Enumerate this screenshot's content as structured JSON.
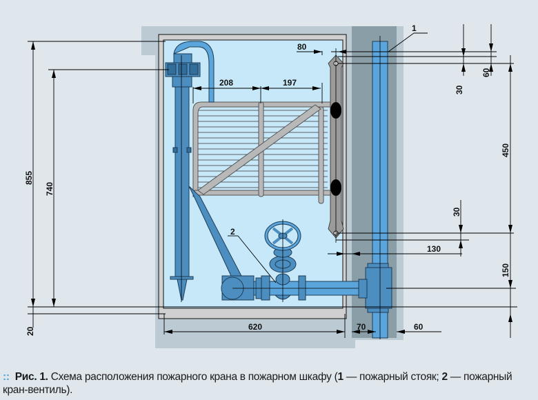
{
  "figure": {
    "labels": {
      "riser": "1",
      "valve": "2"
    },
    "dimensions": {
      "d80": "80",
      "d208": "208",
      "d197": "197",
      "d855": "855",
      "d740": "740",
      "d20": "20",
      "d620": "620",
      "d70": "70",
      "d60_bottom": "60",
      "d130": "130",
      "d150": "150",
      "d450": "450",
      "d60_top": "60",
      "d30_top": "30",
      "d30_bottom": "30"
    },
    "colors": {
      "pipe": "#4d8ec0",
      "pipe_light": "#5aa6dc",
      "interior": "#c6e8f8",
      "wall": "#bccad3",
      "column": "#8a9ea8",
      "rack": "#b8b8b8"
    }
  },
  "caption": {
    "bullet": "::",
    "fig_label": "Рис. 1.",
    "title": "Схема расположения пожарного крана в пожарном шкафу (",
    "n1": "1",
    "t1": " — пожарный стояк; ",
    "n2": "2",
    "t2": " — пожарный кран-вентиль)."
  }
}
